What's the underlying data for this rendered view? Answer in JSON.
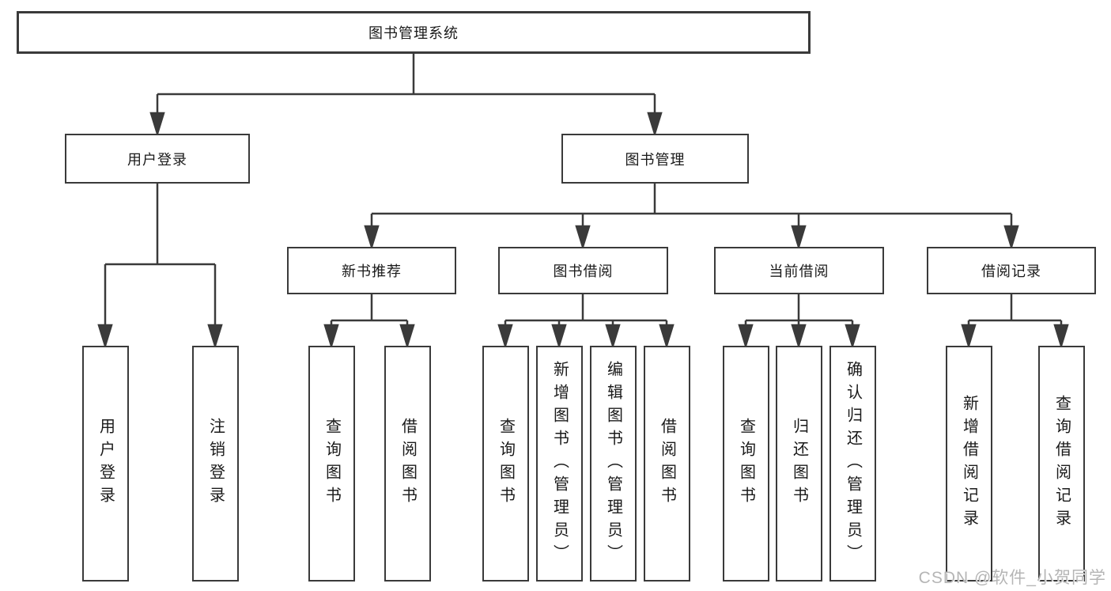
{
  "colors": {
    "line": "#3a3a3a",
    "box_border": "#3a3a3a",
    "text": "#1a1a1a",
    "watermark": "#b5b5b5",
    "background": "#ffffff"
  },
  "watermark": {
    "text": "CSDN @软件_小贺同学"
  },
  "tree": {
    "label": "图书管理系统",
    "children": [
      {
        "label": "用户登录",
        "children": [
          {
            "label": "用户登录"
          },
          {
            "label": "注销登录"
          }
        ]
      },
      {
        "label": "图书管理",
        "children": [
          {
            "label": "新书推荐",
            "children": [
              {
                "label": "查询图书"
              },
              {
                "label": "借阅图书"
              }
            ]
          },
          {
            "label": "图书借阅",
            "children": [
              {
                "label": "查询图书"
              },
              {
                "label": "新增图书（管理员）"
              },
              {
                "label": "编辑图书（管理员）"
              },
              {
                "label": "借阅图书"
              }
            ]
          },
          {
            "label": "当前借阅",
            "children": [
              {
                "label": "查询图书"
              },
              {
                "label": "归还图书"
              },
              {
                "label": "确认归还（管理员）"
              }
            ]
          },
          {
            "label": "借阅记录",
            "children": [
              {
                "label": "新增借阅记录"
              },
              {
                "label": "查询借阅记录"
              }
            ]
          }
        ]
      }
    ]
  }
}
